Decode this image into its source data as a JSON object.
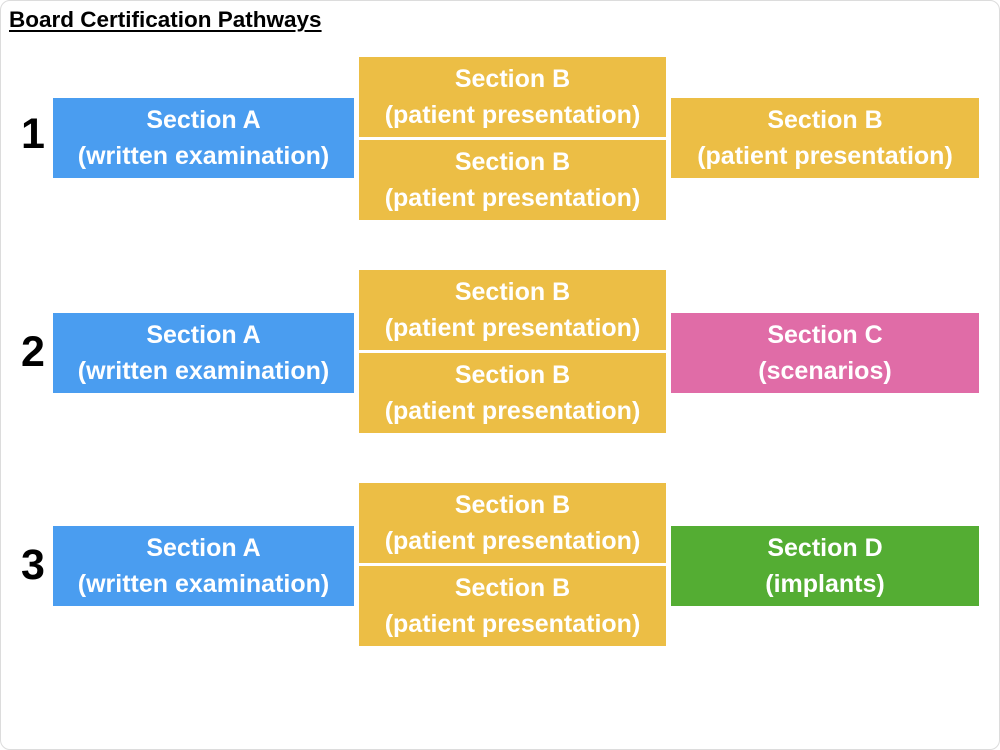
{
  "title": "Board Certification Pathways",
  "colors": {
    "blue": "#4A9DF0",
    "yellow": "#ECBE45",
    "pink": "#E06CA7",
    "green": "#54AD33",
    "box_text": "#FFFFFF",
    "title_text": "#000000"
  },
  "pathways": [
    {
      "number": "1",
      "left": {
        "line1": "Section A",
        "line2": "(written examination)",
        "color": "blue"
      },
      "middle": [
        {
          "line1": "Section B",
          "line2": "(patient presentation)",
          "color": "yellow"
        },
        {
          "line1": "Section B",
          "line2": "(patient presentation)",
          "color": "yellow"
        }
      ],
      "right": {
        "line1": "Section B",
        "line2": "(patient presentation)",
        "color": "yellow"
      }
    },
    {
      "number": "2",
      "left": {
        "line1": "Section A",
        "line2": "(written examination)",
        "color": "blue"
      },
      "middle": [
        {
          "line1": "Section B",
          "line2": "(patient presentation)",
          "color": "yellow"
        },
        {
          "line1": "Section B",
          "line2": "(patient presentation)",
          "color": "yellow"
        }
      ],
      "right": {
        "line1": "Section C",
        "line2": "(scenarios)",
        "color": "pink"
      }
    },
    {
      "number": "3",
      "left": {
        "line1": "Section A",
        "line2": "(written examination)",
        "color": "blue"
      },
      "middle": [
        {
          "line1": "Section B",
          "line2": "(patient presentation)",
          "color": "yellow"
        },
        {
          "line1": "Section B",
          "line2": "(patient presentation)",
          "color": "yellow"
        }
      ],
      "right": {
        "line1": "Section D",
        "line2": "(implants)",
        "color": "green"
      }
    }
  ]
}
